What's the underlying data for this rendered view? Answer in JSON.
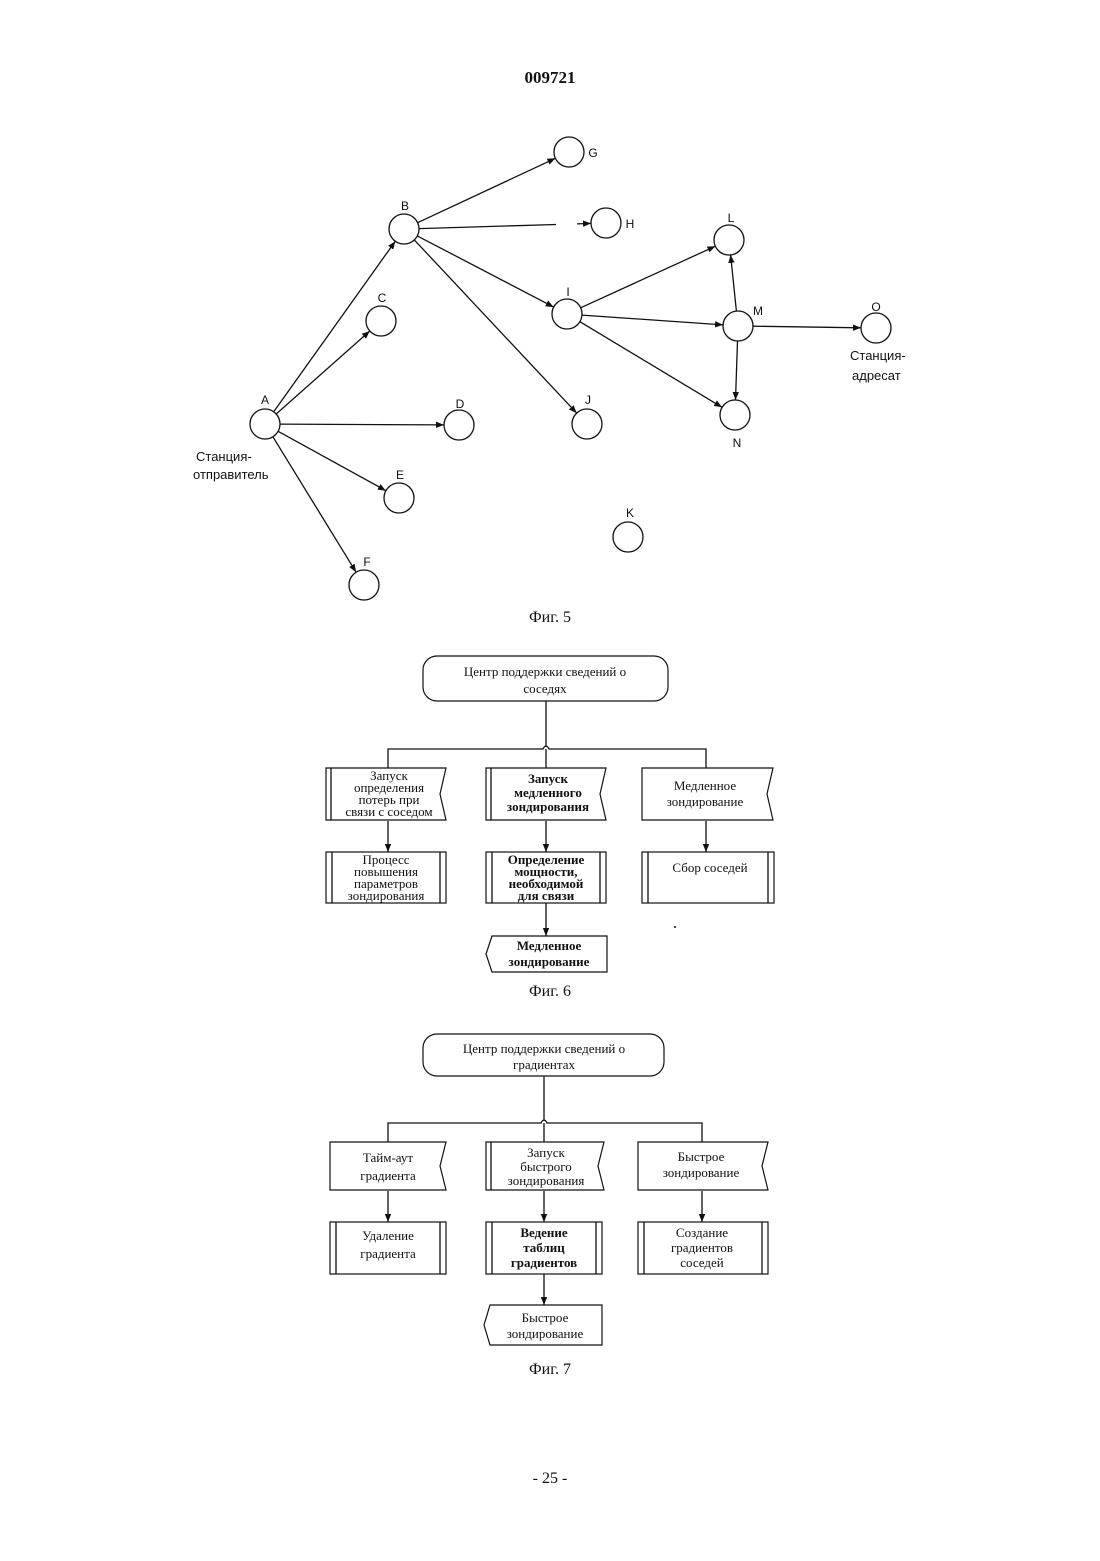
{
  "header": {
    "doc_number": "009721"
  },
  "footer": {
    "page_number": "- 25 -"
  },
  "fig5": {
    "caption": "Фиг. 5",
    "nodes": [
      {
        "id": "A",
        "label": "A"
      },
      {
        "id": "B",
        "label": "B"
      },
      {
        "id": "C",
        "label": "C"
      },
      {
        "id": "D",
        "label": "D"
      },
      {
        "id": "E",
        "label": "E"
      },
      {
        "id": "F",
        "label": "F"
      },
      {
        "id": "G",
        "label": "G"
      },
      {
        "id": "H",
        "label": "H"
      },
      {
        "id": "I",
        "label": "I"
      },
      {
        "id": "J",
        "label": "J"
      },
      {
        "id": "K",
        "label": "K"
      },
      {
        "id": "L",
        "label": "L"
      },
      {
        "id": "M",
        "label": "M"
      },
      {
        "id": "N",
        "label": "N"
      },
      {
        "id": "O",
        "label": "O"
      }
    ],
    "edges": [
      [
        "A",
        "B"
      ],
      [
        "A",
        "C"
      ],
      [
        "A",
        "D"
      ],
      [
        "A",
        "E"
      ],
      [
        "A",
        "F"
      ],
      [
        "B",
        "G"
      ],
      [
        "B",
        "H"
      ],
      [
        "B",
        "I"
      ],
      [
        "B",
        "J"
      ],
      [
        "I",
        "L"
      ],
      [
        "I",
        "M"
      ],
      [
        "I",
        "N"
      ],
      [
        "M",
        "L"
      ],
      [
        "M",
        "N"
      ],
      [
        "M",
        "O"
      ]
    ],
    "sender_label_line1": "Станция-",
    "sender_label_line2": "отправитель",
    "dest_label_line1": "Станция-",
    "dest_label_line2": "адресат"
  },
  "fig6": {
    "caption": "Фиг. 6",
    "root_line1": "Центр поддержки сведений о",
    "root_line2": "соседях",
    "col1_event": [
      "Запуск",
      "определения",
      "потерь при",
      "связи с соседом"
    ],
    "col1_process": [
      "Процесс",
      "повышения",
      "параметров",
      "зондирования"
    ],
    "col2_event": [
      "Запуск",
      "медленного",
      "зондирования"
    ],
    "col2_process": [
      "Определение",
      "мощности,",
      "необходимой",
      "для связи"
    ],
    "col2_output": [
      "Медленное",
      "зондирование"
    ],
    "col3_event": [
      "Медленное",
      "зондирование"
    ],
    "col3_process": [
      "Сбор соседей"
    ]
  },
  "fig7": {
    "caption": "Фиг. 7",
    "root_line1": "Центр поддержки сведений о",
    "root_line2": "градиентах",
    "col1_event": [
      "Тайм-аут",
      "градиента"
    ],
    "col1_process": [
      "Удаление",
      "градиента"
    ],
    "col2_event": [
      "Запуск",
      "быстрого",
      "зондирования"
    ],
    "col2_process": [
      "Ведение",
      "таблиц",
      "градиентов"
    ],
    "col2_output": [
      "Быстрое",
      "зондирование"
    ],
    "col3_event": [
      "Быстрое",
      "зондирование"
    ],
    "col3_process": [
      "Создание",
      "градиентов",
      "соседей"
    ]
  }
}
